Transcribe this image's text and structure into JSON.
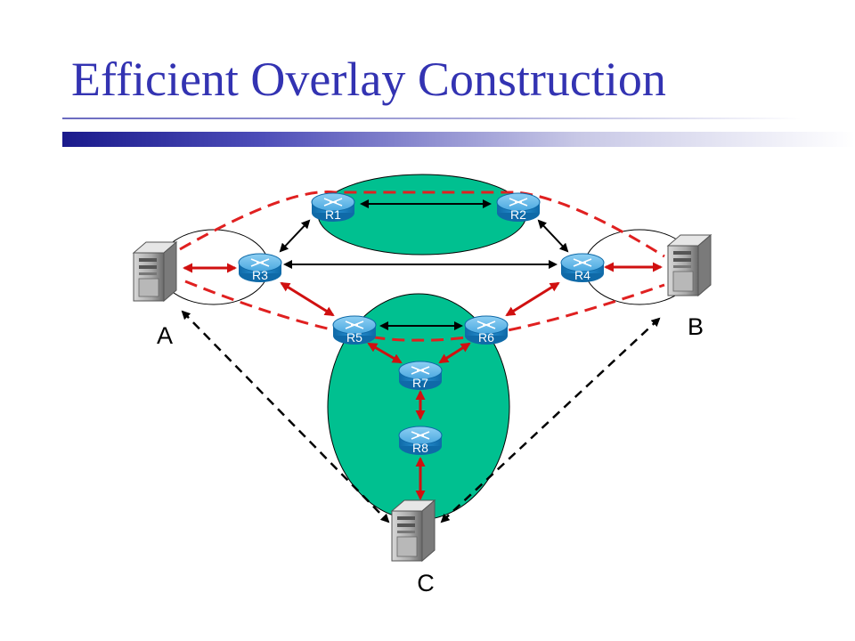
{
  "slide": {
    "title": "Efficient Overlay Construction"
  },
  "hosts": {
    "A": "A",
    "B": "B",
    "C": "C"
  },
  "routers": {
    "R1": "R1",
    "R2": "R2",
    "R3": "R3",
    "R4": "R4",
    "R5": "R5",
    "R6": "R6",
    "R7": "R7",
    "R8": "R8"
  },
  "colors": {
    "title": "#3333b2",
    "cloud": "#00c090",
    "router": "#1a8ccc",
    "overlay_link": "#e02020",
    "physical_link": "#000000"
  }
}
